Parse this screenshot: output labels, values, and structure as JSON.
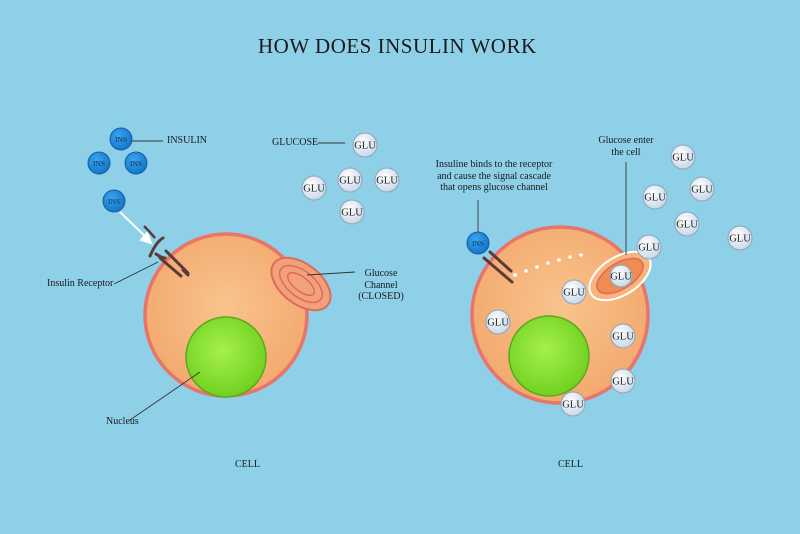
{
  "title": "HOW DOES INSULIN WORK",
  "left": {
    "insulin_label": "INSULIN",
    "glucose_label": "GLUCOSE",
    "insulin_receptor_label": "Insulin Receptor",
    "glucose_channel_label": [
      "Glucose",
      "Channel",
      "(CLOSED)"
    ],
    "nucleus_label": "Nucleus",
    "cell_label": "CELL"
  },
  "right": {
    "binds_label": [
      "Insuline binds to the receptor",
      "and cause the signal cascade",
      "that opens glucose channel"
    ],
    "glucose_enter_label": [
      "Glucose enter",
      "the cell"
    ],
    "cell_label": "CELL"
  },
  "molecules": {
    "ins": "INS",
    "glu": "GLU"
  },
  "colors": {
    "background": "#8fd0e9",
    "cell_fill": "#f6b57a",
    "cell_border": "#e8746a",
    "nucleus": "#8ee33a",
    "insulin": "#1f8fe0",
    "glucose": "#dbe7f3",
    "channel": "#e0695e"
  }
}
